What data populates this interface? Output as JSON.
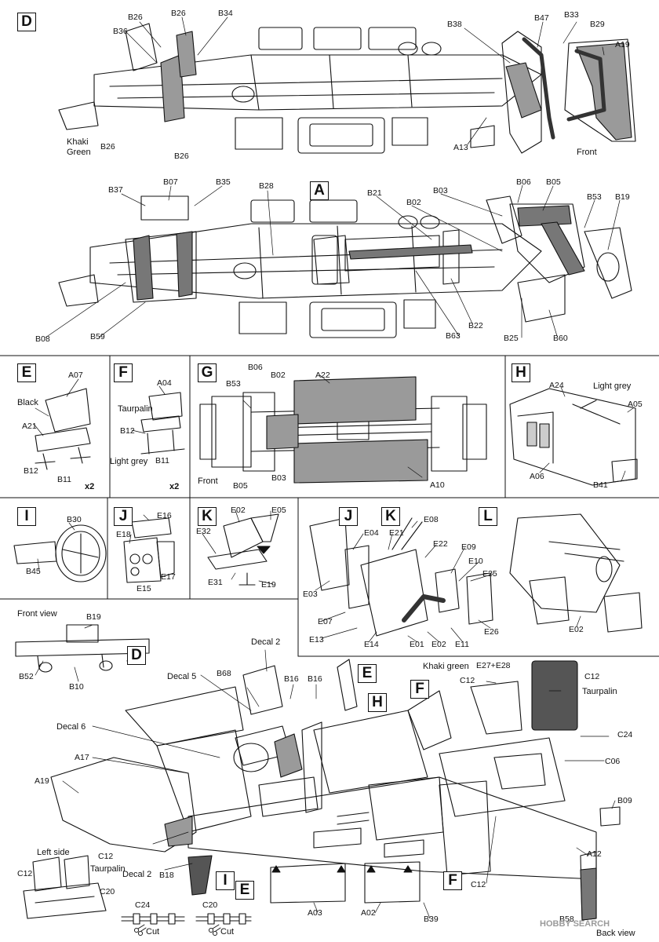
{
  "sections": {
    "D": "D",
    "E": "E",
    "F": "F",
    "G": "G",
    "H": "H",
    "I": "I",
    "J": "J",
    "K": "K",
    "L": "L",
    "A": "A"
  },
  "parts": {
    "B26": "B26",
    "B34": "B34",
    "B36": "B36",
    "B38": "B38",
    "B47": "B47",
    "B33": "B33",
    "B29": "B29",
    "A19": "A19",
    "A13": "A13",
    "B37": "B37",
    "B07": "B07",
    "B35": "B35",
    "B28": "B28",
    "B21": "B21",
    "B02": "B02",
    "B03": "B03",
    "B06": "B06",
    "B05": "B05",
    "B53": "B53",
    "B19": "B19",
    "B08": "B08",
    "B59": "B59",
    "B63": "B63",
    "B22": "B22",
    "B25": "B25",
    "B60": "B60",
    "A07": "A07",
    "A21": "A21",
    "B12": "B12",
    "B11": "B11",
    "A04": "A04",
    "A22": "A22",
    "A10": "A10",
    "A24": "A24",
    "A05": "A05",
    "A06": "A06",
    "B41": "B41",
    "B30": "B30",
    "B45": "B45",
    "E16": "E16",
    "E18": "E18",
    "E17": "E17",
    "E15": "E15",
    "E02": "E02",
    "E05": "E05",
    "E32": "E32",
    "E31": "E31",
    "E19": "E19",
    "E08": "E08",
    "E04": "E04",
    "E21": "E21",
    "E22": "E22",
    "E09": "E09",
    "E10": "E10",
    "E25": "E25",
    "E03": "E03",
    "E07": "E07",
    "E13": "E13",
    "E14": "E14",
    "E01": "E01",
    "E11": "E11",
    "E26": "E26",
    "B10": "B10",
    "B52": "B52",
    "B68": "B68",
    "B16": "B16",
    "C12": "C12",
    "E27E28": "E27+E28",
    "C24": "C24",
    "C06": "C06",
    "B09": "B09",
    "A17": "A17",
    "A12": "A12",
    "B18": "B18",
    "A03": "A03",
    "A02": "A02",
    "B39": "B39",
    "B58": "B58",
    "C20": "C20"
  },
  "notes": {
    "khaki_green_line1": "Khaki",
    "khaki_green_line2": "Green",
    "front": "Front",
    "black": "Black",
    "taurpalin": "Taurpalin",
    "light_grey": "Light grey",
    "x2": "x2",
    "front_view": "Front view",
    "decal2": "Decal 2",
    "decal5": "Decal 5",
    "decal6": "Decal 6",
    "khaki_green": "Khaki green",
    "left_side": "Left side",
    "cut": "Cut",
    "watermark": "HOBBY SEARCH",
    "back_view": "Back view"
  },
  "colors": {
    "line": "#111111",
    "grey_part": "#9a9a9a",
    "dark_part": "#555555",
    "light_part": "#f4f4f4"
  }
}
